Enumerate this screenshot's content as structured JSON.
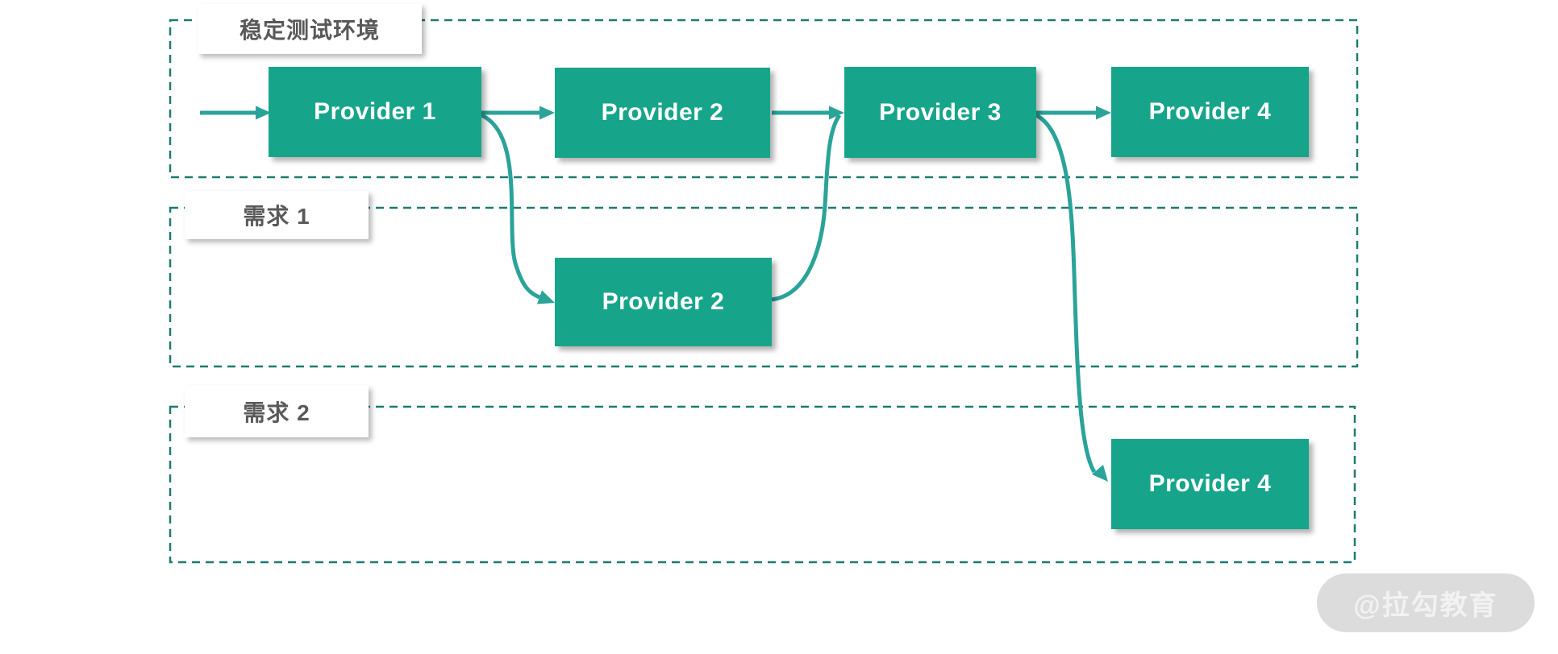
{
  "diagram": {
    "groups": [
      {
        "id": "stable-env",
        "label": "稳定测试环境"
      },
      {
        "id": "req-1",
        "label": "需求 1"
      },
      {
        "id": "req-2",
        "label": "需求 2"
      }
    ],
    "nodes": {
      "provider1": {
        "label": "Provider 1",
        "group": "stable-env"
      },
      "provider2": {
        "label": "Provider 2",
        "group": "stable-env"
      },
      "provider3": {
        "label": "Provider 3",
        "group": "stable-env"
      },
      "provider4": {
        "label": "Provider 4",
        "group": "stable-env"
      },
      "provider2_req1": {
        "label": "Provider 2",
        "group": "req-1"
      },
      "provider4_req2": {
        "label": "Provider 4",
        "group": "req-2"
      }
    },
    "edges": [
      {
        "from": "entry",
        "to": "provider1"
      },
      {
        "from": "provider1",
        "to": "provider2"
      },
      {
        "from": "provider2",
        "to": "provider3"
      },
      {
        "from": "provider3",
        "to": "provider4"
      },
      {
        "from": "provider1",
        "to": "provider2_req1"
      },
      {
        "from": "provider2_req1",
        "to": "provider3"
      },
      {
        "from": "provider3",
        "to": "provider4_req2"
      }
    ]
  },
  "watermark": {
    "text": "@拉勾教育"
  },
  "colors": {
    "node_fill": "#16a58a",
    "arrow": "#2aa399",
    "border_dash": "#1d7a71",
    "label_text": "#595959",
    "node_text": "#ffffff",
    "watermark_bg": "#dcdcdc",
    "watermark_text": "#f2f2f2"
  }
}
